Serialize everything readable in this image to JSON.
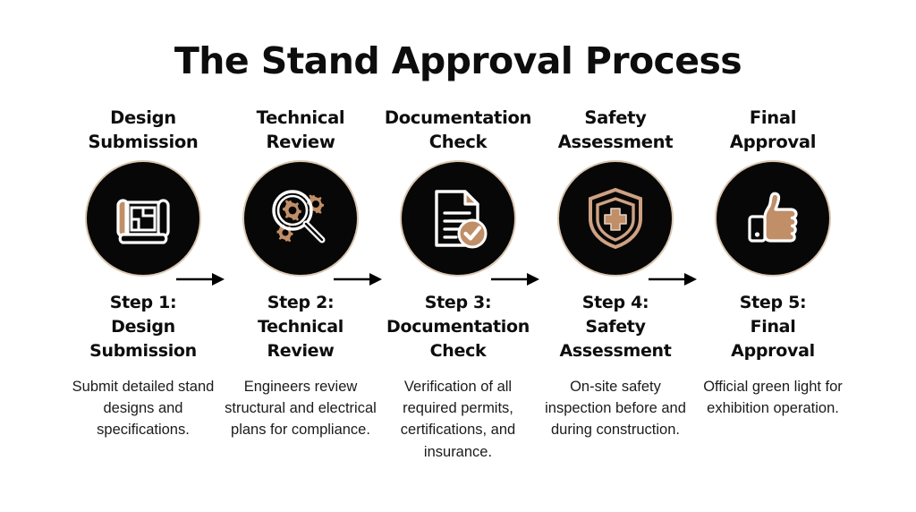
{
  "title": "The Stand Approval Process",
  "colors": {
    "background": "#ffffff",
    "circle_fill": "#070707",
    "circle_ring": "#dac7b2",
    "accent_tan": "#c08e67",
    "accent_tan_light": "#cfa183",
    "text": "#0d0d0d",
    "arrow": "#000000",
    "icon_white": "#ffffff"
  },
  "steps": [
    {
      "heading": "Design\nSubmission",
      "label": "Step 1:\nDesign\nSubmission",
      "description": "Submit detailed stand designs and specifications.",
      "icon": "blueprint-icon",
      "arrow_after": true
    },
    {
      "heading": "Technical\nReview",
      "label": "Step 2:\nTechnical\nReview",
      "description": "Engineers review structural and electrical plans for compliance.",
      "icon": "magnifier-gears-icon",
      "arrow_after": true
    },
    {
      "heading": "Documentation\nCheck",
      "label": "Step 3:\nDocumentation\nCheck",
      "description": "Verification of all required permits, certifications, and insurance.",
      "icon": "document-check-icon",
      "arrow_after": true
    },
    {
      "heading": "Safety\nAssessment",
      "label": "Step 4:\nSafety\nAssessment",
      "description": "On-site safety inspection before and during construction.",
      "icon": "shield-cross-icon",
      "arrow_after": true
    },
    {
      "heading": "Final\nApproval",
      "label": "Step 5:\nFinal\nApproval",
      "description": "Official green light for exhibition operation.",
      "icon": "thumbs-up-icon",
      "arrow_after": false
    }
  ]
}
